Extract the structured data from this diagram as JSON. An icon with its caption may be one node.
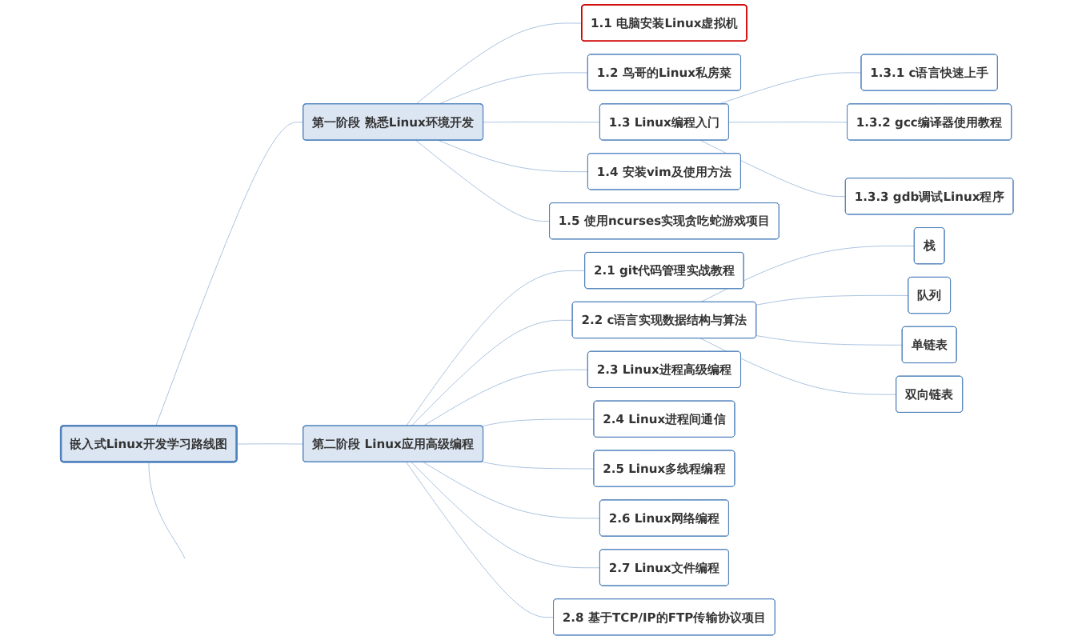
{
  "diagram": {
    "nodes": [
      {
        "text": [
          "嵌入式Linux开发学习路线图"
        ]
      },
      {
        "text": [
          "第一阶段 熟悉Linux环境开发"
        ]
      },
      {
        "text": [
          "1.1 电脑安装Linux虚拟机"
        ]
      },
      {
        "text": [
          "1.2 鸟哥的Linux私房菜"
        ]
      },
      {
        "text": [
          "1.3 Linux编程入门"
        ]
      },
      {
        "text": [
          "1.3.1 c语言快速上手"
        ]
      },
      {
        "text": [
          "1.3.2 gcc编译器使用教程"
        ]
      },
      {
        "text": [
          "1.3.3 gdb调试Linux程序"
        ]
      },
      {
        "text": [
          "1.4 安装vim及使用方法"
        ]
      },
      {
        "text": [
          "1.5 使用ncurses实现贪吃蛇游戏项目"
        ]
      },
      {
        "text": [
          "第二阶段 Linux应用高级编程"
        ]
      },
      {
        "text": [
          "2.1 git代码管理实战教程"
        ]
      },
      {
        "text": [
          "2.2 c语言实现数据结构与算法"
        ]
      },
      {
        "text": [
          "栈"
        ]
      },
      {
        "text": [
          "队列"
        ]
      },
      {
        "text": [
          "单链表"
        ]
      },
      {
        "text": [
          "双向链表"
        ]
      },
      {
        "text": [
          "2.3 Linux进程高级编程"
        ]
      },
      {
        "text": [
          "2.4 Linux进程间通信"
        ]
      },
      {
        "text": [
          "2.5 Linux多线程编程"
        ]
      },
      {
        "text": [
          "2.6 Linux网络编程"
        ]
      },
      {
        "text": [
          "2.7 Linux文件编程"
        ]
      },
      {
        "text": [
          "2.8 基于TCP/IP的FTP传输协议项目"
        ]
      }
    ],
    "edges": [
      {
        "from": 0,
        "to": 1,
        "arrow": "none"
      },
      {
        "from": 0,
        "to": 10,
        "arrow": "none"
      },
      {
        "from": 0,
        "to": null,
        "arrow": "none"
      },
      {
        "from": 1,
        "to": 2,
        "arrow": "none"
      },
      {
        "from": 1,
        "to": 3,
        "arrow": "none"
      },
      {
        "from": 1,
        "to": 4,
        "arrow": "none"
      },
      {
        "from": 4,
        "to": 5,
        "arrow": "none"
      },
      {
        "from": 4,
        "to": 6,
        "arrow": "none"
      },
      {
        "from": 4,
        "to": 7,
        "arrow": "none"
      },
      {
        "from": 1,
        "to": 8,
        "arrow": "none"
      },
      {
        "from": 1,
        "to": 9,
        "arrow": "none"
      },
      {
        "from": 10,
        "to": 11,
        "arrow": "none"
      },
      {
        "from": 10,
        "to": 12,
        "arrow": "none"
      },
      {
        "from": 12,
        "to": 13,
        "arrow": "none"
      },
      {
        "from": 12,
        "to": 14,
        "arrow": "none"
      },
      {
        "from": 12,
        "to": 15,
        "arrow": "none"
      },
      {
        "from": 12,
        "to": 16,
        "arrow": "none"
      },
      {
        "from": 10,
        "to": 17,
        "arrow": "none"
      },
      {
        "from": 10,
        "to": 18,
        "arrow": "none"
      },
      {
        "from": 10,
        "to": 19,
        "arrow": "none"
      },
      {
        "from": 10,
        "to": 20,
        "arrow": "none"
      },
      {
        "from": 10,
        "to": 21,
        "arrow": "none"
      },
      {
        "from": 10,
        "to": 22,
        "arrow": "none"
      }
    ]
  }
}
